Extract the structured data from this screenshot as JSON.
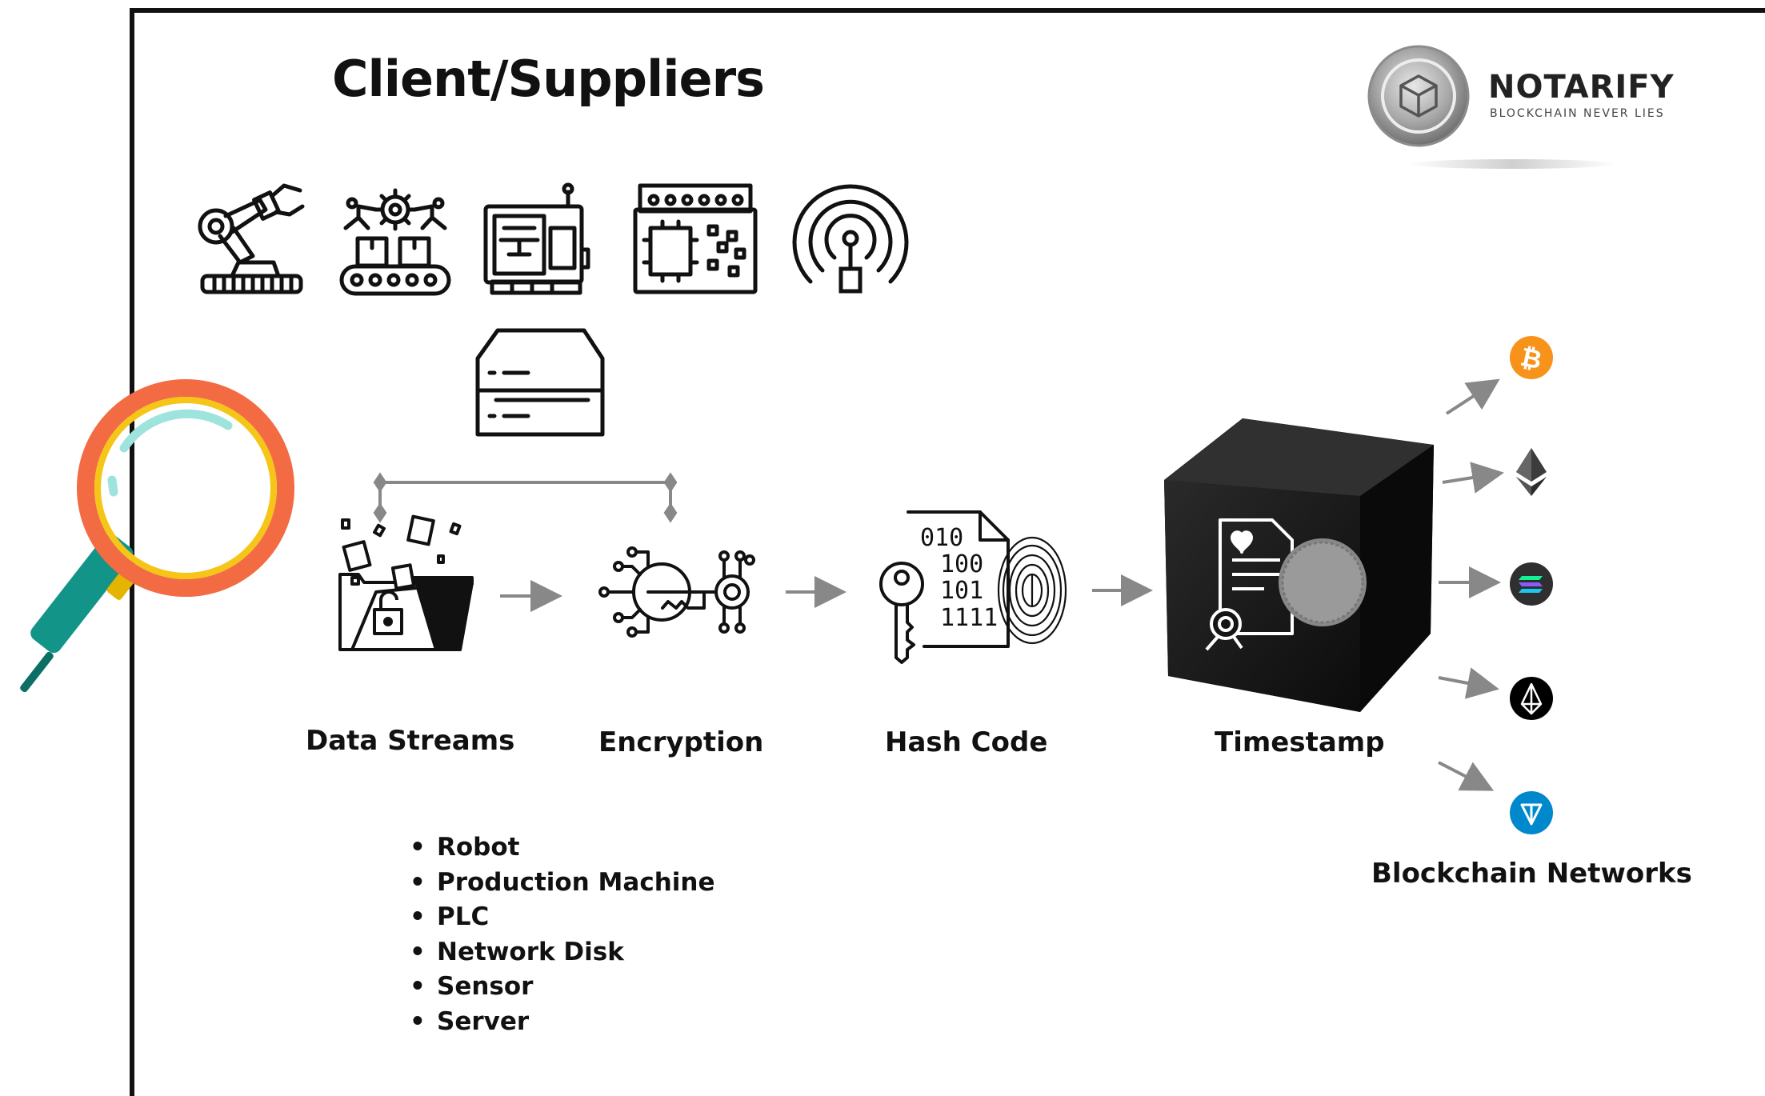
{
  "title": "Client/Suppliers",
  "logo": {
    "name": "NOTARIFY",
    "tagline": "BLOCKCHAIN NEVER LIES"
  },
  "steps": [
    {
      "label": "Data Streams",
      "icon": "folder-icon"
    },
    {
      "label": "Encryption",
      "icon": "key-circuit-icon"
    },
    {
      "label": "Hash Code",
      "icon": "key-fingerprint-icon"
    },
    {
      "label": "Timestamp",
      "icon": "black-cube-certificate-icon"
    }
  ],
  "blockchain_label": "Blockchain Networks",
  "networks": [
    {
      "icon": "bitcoin-icon",
      "color": "#f7931a"
    },
    {
      "icon": "ethereum-icon",
      "color": "#2b2b2b"
    },
    {
      "icon": "solana-icon",
      "color": "#2f2f2f"
    },
    {
      "icon": "eos-icon",
      "color": "#000000"
    },
    {
      "icon": "ton-icon",
      "color": "#0088cc"
    }
  ],
  "sources": [
    "Robot",
    "Production Machine",
    "PLC",
    "Network Disk",
    "Sensor",
    "Server"
  ],
  "source_icons": [
    "robot-arm-icon",
    "production-machine-icon",
    "printer-machine-icon",
    "plc-board-icon",
    "sensor-signal-icon",
    "server-icon"
  ],
  "colors": {
    "magnifier_rim": "#f26b43",
    "magnifier_inner": "#f5c518",
    "magnifier_handle": "#129488",
    "arrow": "#888888"
  }
}
